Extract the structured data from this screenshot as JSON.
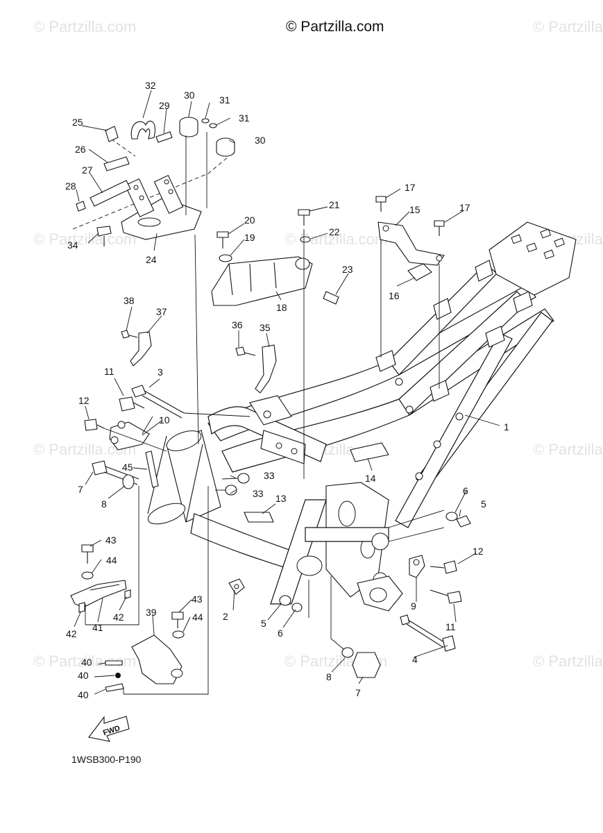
{
  "watermark": {
    "top_center": "© Partzilla.com",
    "repeated": "© Partzilla.com"
  },
  "diagram_code": "1WSB300-P190",
  "fwd_label": "FWD",
  "callouts": {
    "c1": "1",
    "c2": "2",
    "c3": "3",
    "c4": "4",
    "c5a": "5",
    "c5b": "5",
    "c6a": "6",
    "c6b": "6",
    "c7a": "7",
    "c7b": "7",
    "c8a": "8",
    "c8b": "8",
    "c9": "9",
    "c10": "10",
    "c11a": "11",
    "c11b": "11",
    "c12a": "12",
    "c12b": "12",
    "c13": "13",
    "c14": "14",
    "c15": "15",
    "c16": "16",
    "c17a": "17",
    "c17b": "17",
    "c18": "18",
    "c19": "19",
    "c20": "20",
    "c21": "21",
    "c22": "22",
    "c23": "23",
    "c24": "24",
    "c25": "25",
    "c26": "26",
    "c27": "27",
    "c28": "28",
    "c29": "29",
    "c30a": "30",
    "c30b": "30",
    "c31a": "31",
    "c31b": "31",
    "c32": "32",
    "c33a": "33",
    "c33b": "33",
    "c34": "34",
    "c35": "35",
    "c36": "36",
    "c37": "37",
    "c38": "38",
    "c39": "39",
    "c40a": "40",
    "c40b": "40",
    "c40c": "40",
    "c41": "41",
    "c42a": "42",
    "c42b": "42",
    "c43a": "43",
    "c43b": "43",
    "c44a": "44",
    "c44b": "44",
    "c45": "45"
  }
}
